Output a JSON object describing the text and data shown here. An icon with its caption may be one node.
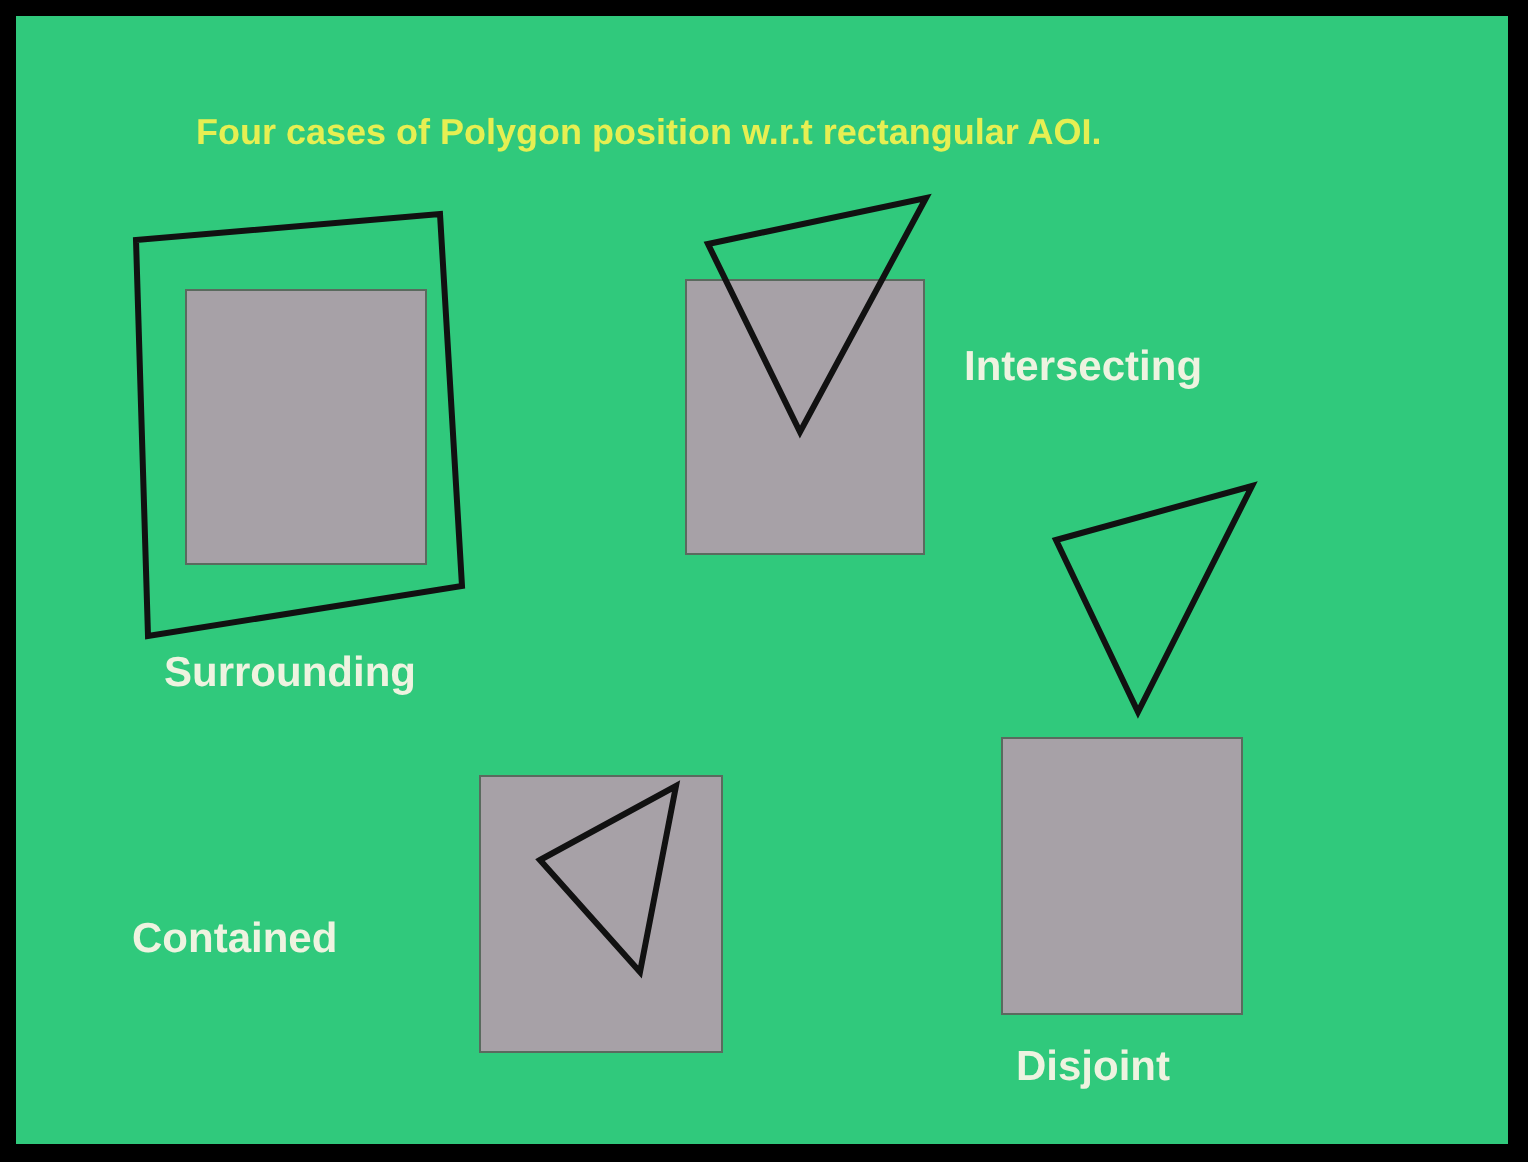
{
  "diagram": {
    "title": "Four cases of Polygon position w.r.t rectangular AOI.",
    "labels": [
      "Intersecting",
      "Surrounding",
      "Contained",
      "Disjoint"
    ]
  }
}
